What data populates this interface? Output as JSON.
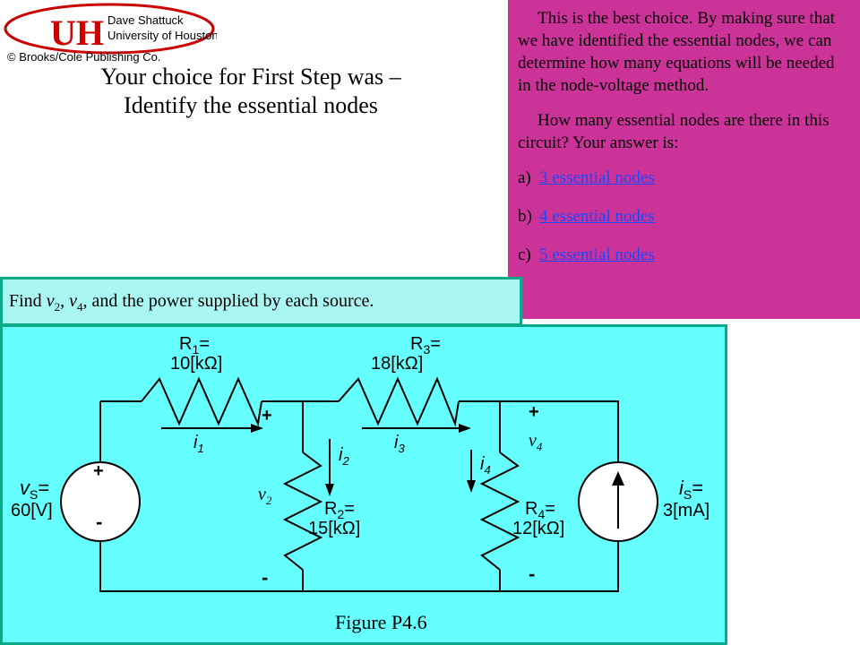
{
  "logo": {
    "author": "Dave Shattuck",
    "institution": "University of Houston",
    "copyright": "© Brooks/Cole Publishing Co.",
    "monogram": "UH",
    "accent_color": "#cc0000"
  },
  "title": {
    "line1": "Your choice for First Step was –",
    "line2": "Identify the essential nodes"
  },
  "feedback": {
    "paragraph1": "This is the best choice.  By making sure that we have identified the essential nodes, we can determine how many equations will be needed in the node-voltage method.",
    "paragraph2": "How many essential nodes are there in this circuit?  Your answer is:",
    "choices": [
      {
        "letter": "a)",
        "label": "3 essential nodes"
      },
      {
        "letter": "b)",
        "label": "4 essential nodes"
      },
      {
        "letter": "c)",
        "label": "5 essential nodes"
      }
    ],
    "panel_color": "#cc3399",
    "link_color": "#1a48ff"
  },
  "problem": {
    "find": "Find ",
    "v2_v": "v",
    "v2_sub": "2",
    "sep": ", ",
    "v4_v": "v",
    "v4_sub": "4",
    "rest": ", and the power supplied by each source.",
    "box_color": "#aaf6f2"
  },
  "circuit": {
    "figure_label": "Figure P4.6",
    "r1": {
      "name": "R",
      "sub": "1",
      "eq": "=",
      "value": "10[kΩ]"
    },
    "r3": {
      "name": "R",
      "sub": "3",
      "eq": "=",
      "value": "18[kΩ]"
    },
    "r2": {
      "name": "R",
      "sub": "2",
      "eq": "=",
      "value": "15[kΩ]"
    },
    "r4": {
      "name": "R",
      "sub": "4",
      "eq": "=",
      "value": "12[kΩ]"
    },
    "vs": {
      "name": "v",
      "sub": "S",
      "eq": "=",
      "value": "60[V]"
    },
    "is": {
      "name": "i",
      "sub": "S",
      "eq": "=",
      "value": "3[mA]"
    },
    "currents": {
      "i1": {
        "name": "i",
        "sub": "1"
      },
      "i2": {
        "name": "i",
        "sub": "2"
      },
      "i3": {
        "name": "i",
        "sub": "3"
      },
      "i4": {
        "name": "i",
        "sub": "4"
      }
    },
    "voltages": {
      "v2": {
        "name": "v",
        "sub": "2"
      },
      "v4": {
        "name": "v",
        "sub": "4"
      }
    },
    "plus_sign": "+",
    "minus_sign": "-",
    "panel_color": "#66ffff"
  }
}
